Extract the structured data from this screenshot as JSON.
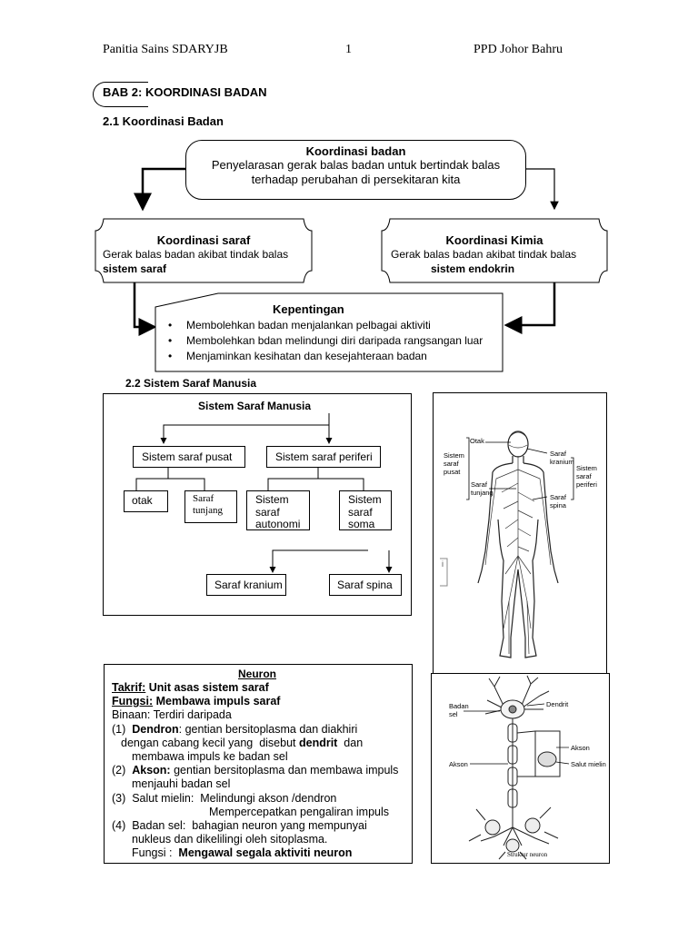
{
  "header": {
    "left": "Panitia Sains SDARYJB",
    "page": "1",
    "right": "PPD Johor Bahru"
  },
  "chapter_title": "BAB 2: KOORDINASI BADAN",
  "section_1": {
    "title": "2.1 Koordinasi Badan",
    "main_box": {
      "title": "Koordinasi badan",
      "line1": "Penyelarasan gerak balas badan untuk bertindak balas",
      "line2": "terhadap perubahan di persekitaran kita"
    },
    "saraf_box": {
      "title": "Koordinasi saraf",
      "line1": "Gerak balas badan akibat tindak balas",
      "line2": "sistem saraf"
    },
    "kimia_box": {
      "title": "Koordinasi Kimia",
      "line1": "Gerak balas badan akibat tindak balas",
      "line2": "sistem endokrin"
    },
    "kepentingan": {
      "title": "Kepentingan",
      "items": [
        "Membolehkan badan menjalankan pelbagai aktiviti",
        "Membolehkan bdan melindungi diri daripada rangsangan luar",
        "Menjaminkan kesihatan dan kesejahteraan badan"
      ]
    }
  },
  "section_2": {
    "title": "2.2 Sistem Saraf Manusia",
    "diagram": {
      "title": "Sistem Saraf Manusia",
      "pusat": "Sistem saraf  pusat",
      "periferi": "Sistem saraf periferi",
      "otak": "otak",
      "tunjang_l1": "Saraf",
      "tunjang_l2": "tunjang",
      "autonomi_l1": "Sistem",
      "autonomi_l2": "saraf",
      "autonomi_l3": "autonomi",
      "soma_l1": "Sistem",
      "soma_l2": "saraf",
      "soma_l3": "soma",
      "kranium": "Saraf kranium",
      "spina": "Saraf spina"
    },
    "body_figure": {
      "otak": "Otak",
      "pusat_l1": "Sistem",
      "pusat_l2": "saraf",
      "pusat_l3": "pusat",
      "tunjang_l1": "Saraf",
      "tunjang_l2": "tunjang",
      "kranium_l1": "Saraf",
      "kranium_l2": "kranium",
      "periferi_l1": "Sistem",
      "periferi_l2": "saraf",
      "periferi_l3": "periferi",
      "spina_l1": "Saraf",
      "spina_l2": "spina",
      "side_mark": "i"
    }
  },
  "neuron": {
    "title": "Neuron",
    "takrif_label": "Takrif:",
    "takrif": " Unit asas sistem saraf",
    "fungsi_label": "Fungsi:",
    "fungsi": "  Membawa impuls saraf",
    "binaan": "Binaan: Terdiri daripada",
    "d1_num": "(1)  ",
    "d1_term": "Dendron",
    "d1_rest": ": gentian bersitoplasma  dan diakhiri",
    "d1_l2a": "dengan cabang kecil yang  disebut ",
    "d1_l2b": "dendrit",
    "d1_l2c": "  dan",
    "d1_l3": "membawa impuls ke badan sel",
    "d2_num": "(2)  ",
    "d2_term": "Akson:",
    "d2_rest": " gentian bersitoplasma dan membawa impuls",
    "d2_l2": "menjauhi badan sel",
    "d3_l1": "(3)  Salut mielin:  Melindungi akson /dendron",
    "d3_l2": "Mempercepatkan pengaliran impuls",
    "d4_l1": "(4)  Badan sel:  bahagian neuron yang mempunyai",
    "d4_l2": "nukleus dan dikelilingi oleh sitoplasma.",
    "d4_l3a": "Fungsi : ",
    "d4_l3b": " Mengawal segala aktiviti neuron"
  },
  "neuron_figure": {
    "badan_l1": "Badan",
    "badan_l2": "sel",
    "dendrit": "Dendrit",
    "akson_l": "Akson",
    "akson_r": "Akson",
    "salut": "Salut mielin",
    "caption": "Struktur neuron"
  }
}
